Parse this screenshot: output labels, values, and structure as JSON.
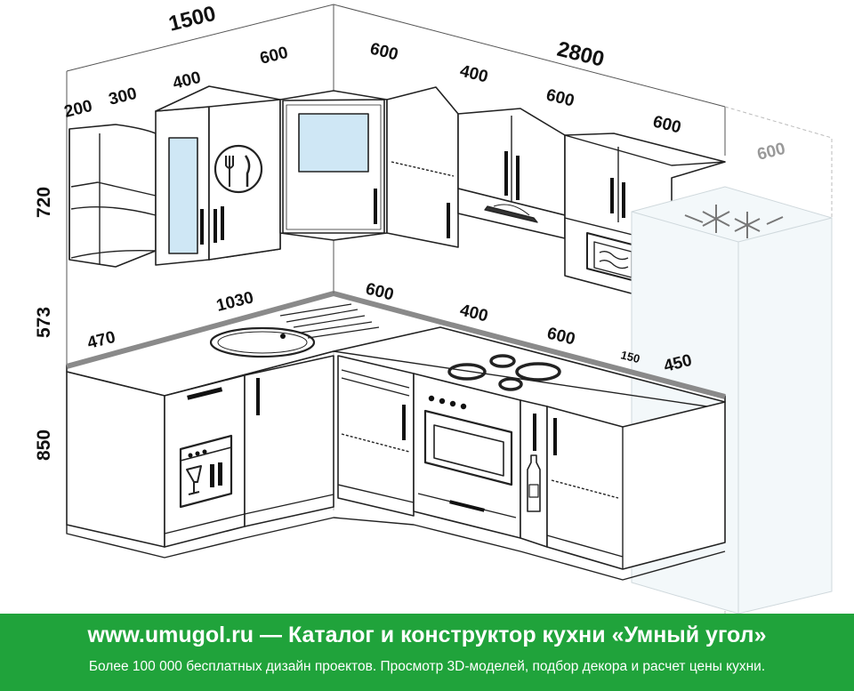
{
  "dimensions": {
    "top_left_span": "1500",
    "top_right_span": "2800",
    "upper_200": "200",
    "upper_300": "300",
    "upper_400_left": "400",
    "upper_600_corner": "600",
    "upper_600_right": "600",
    "upper_400_hood": "400",
    "upper_600_mid": "600",
    "upper_600_micro": "600",
    "fridge_depth": "600",
    "height_upper": "720",
    "height_gap": "573",
    "height_base": "850",
    "counter_470": "470",
    "counter_1030": "1030",
    "counter_600": "600",
    "counter_400": "400",
    "counter_600_right": "600",
    "counter_150": "150",
    "counter_450": "450"
  },
  "appliance_icons": {
    "dishes": "plate-fork-knife-icon",
    "hood": "range-hood-icon",
    "microwave": "microwave-icon",
    "freezer": "snowflake-icon",
    "sink": "sink-icon",
    "hob": "induction-hob-icon",
    "oven": "oven-icon",
    "dishwasher": "dishwasher-icon",
    "bottle": "bottle-icon"
  },
  "colors": {
    "banner": "#20a33b",
    "banner_text": "#ffffff",
    "glass": "#cfe7f5"
  },
  "banner": {
    "title": "www.umugol.ru — Каталог и конструктор кухни «Умный угол»",
    "subtitle": "Более 100 000 бесплатных дизайн проектов. Просмотр 3D-моделей, подбор декора и расчет цены кухни."
  }
}
